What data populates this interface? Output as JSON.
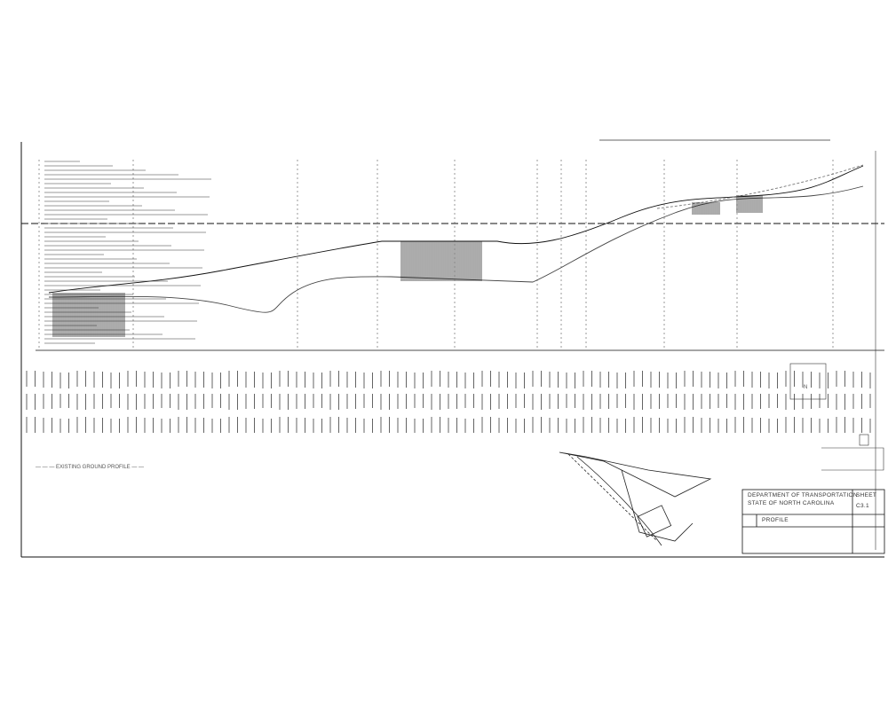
{
  "drawing": {
    "colors": {
      "ink": "#111111",
      "faint": "#888888",
      "paper": "#ffffff"
    },
    "title_block": {
      "line1": "DEPARTMENT OF TRANSPORTATION",
      "line2": "STATE OF NORTH CAROLINA",
      "line3": "PROFILE",
      "sheet_label": "SHEET",
      "sheet_no": "C3.1"
    },
    "notes": {
      "left_note": "— — — EXISTING GROUND PROFILE — —",
      "north_arrow": "N"
    }
  }
}
